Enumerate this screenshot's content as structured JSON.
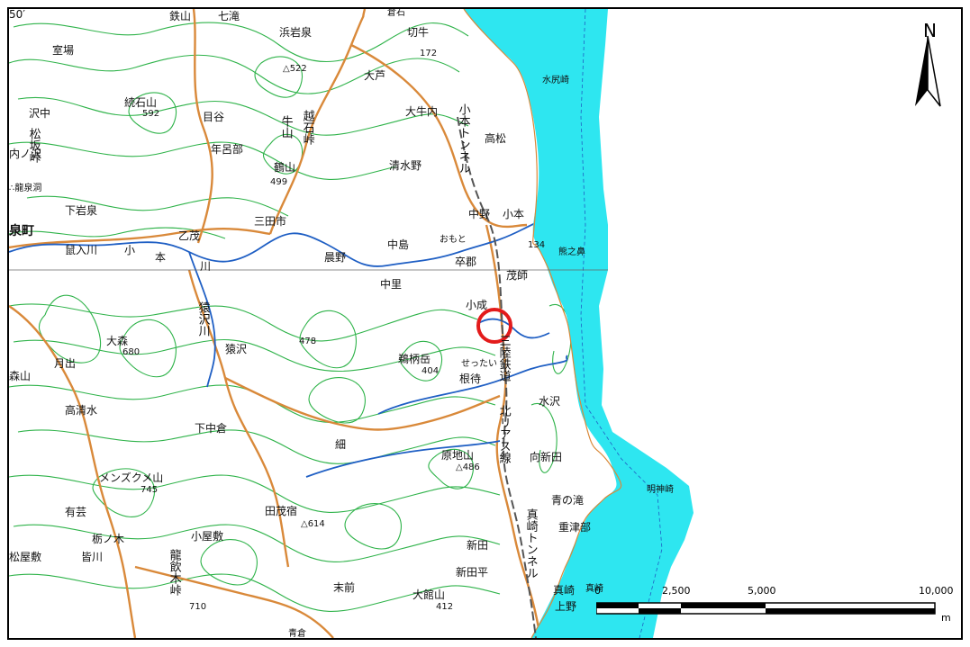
{
  "map": {
    "places": [
      {
        "id": "tessan",
        "text": "鉄山"
      },
      {
        "id": "shichitaki",
        "text": "七滝"
      },
      {
        "id": "hamaiwaizumi",
        "text": "浜岩泉"
      },
      {
        "id": "kirimaki",
        "text": "切牛"
      },
      {
        "id": "muroba",
        "text": "室場"
      },
      {
        "id": "h522",
        "text": "△522"
      },
      {
        "id": "h172",
        "text": "172"
      },
      {
        "id": "daiashi",
        "text": "大芦"
      },
      {
        "id": "mizujiri",
        "text": "水尻崎"
      },
      {
        "id": "zokuishiyama",
        "text": "続石山"
      },
      {
        "id": "h592",
        "text": "592"
      },
      {
        "id": "menago",
        "text": "目谷"
      },
      {
        "id": "ouushiuchi",
        "text": "大牛内"
      },
      {
        "id": "takamatsu",
        "text": "高松"
      },
      {
        "id": "sawanaka",
        "text": "沢中"
      },
      {
        "id": "uchinosawa",
        "text": "内ノ沢"
      },
      {
        "id": "nenoro",
        "text": "年呂部"
      },
      {
        "id": "kameyama",
        "text": "鶴山"
      },
      {
        "id": "h499",
        "text": "499"
      },
      {
        "id": "shimizuno",
        "text": "清水野"
      },
      {
        "id": "ryusendo",
        "text": "∴龍泉洞"
      },
      {
        "id": "shimoiwaizumi",
        "text": "下岩泉"
      },
      {
        "id": "town",
        "text": "泉町"
      },
      {
        "id": "mitaichi",
        "text": "三田市"
      },
      {
        "id": "nakano",
        "text": "中野"
      },
      {
        "id": "omoto",
        "text": "小本"
      },
      {
        "id": "h134",
        "text": "134"
      },
      {
        "id": "kumanohana",
        "text": "熊之鼻"
      },
      {
        "id": "otomo",
        "text": "乙茂"
      },
      {
        "id": "nakajima",
        "text": "中島"
      },
      {
        "id": "omotohira",
        "text": "おもと"
      },
      {
        "id": "nezumiirigawa",
        "text": "鼠入川"
      },
      {
        "id": "ko",
        "text": "小"
      },
      {
        "id": "moto",
        "text": "本"
      },
      {
        "id": "kawa1",
        "text": "川"
      },
      {
        "id": "akeno",
        "text": "晨野"
      },
      {
        "id": "sotsuroku",
        "text": "卒郡"
      },
      {
        "id": "moshi",
        "text": "茂師"
      },
      {
        "id": "degree",
        "text": "50′"
      },
      {
        "id": "nakasato",
        "text": "中里"
      },
      {
        "id": "konari",
        "text": "小成"
      },
      {
        "id": "omori",
        "text": "大森"
      },
      {
        "id": "h680",
        "text": "680"
      },
      {
        "id": "sarusawa",
        "text": "猿沢"
      },
      {
        "id": "h478",
        "text": "478"
      },
      {
        "id": "gatsude",
        "text": "月出"
      },
      {
        "id": "uhedake",
        "text": "鵜柄岳"
      },
      {
        "id": "h404",
        "text": "404"
      },
      {
        "id": "settai",
        "text": "せったい"
      },
      {
        "id": "nemachi",
        "text": "根待"
      },
      {
        "id": "mizusawa",
        "text": "水沢"
      },
      {
        "id": "takashimizu",
        "text": "高清水"
      },
      {
        "id": "shimonakakura",
        "text": "下中倉"
      },
      {
        "id": "hosogoe",
        "text": "細"
      },
      {
        "id": "haraji",
        "text": "原地山"
      },
      {
        "id": "h486",
        "text": "△486"
      },
      {
        "id": "mukaishinden",
        "text": "向新田"
      },
      {
        "id": "menzuku",
        "text": "メンズクメ山"
      },
      {
        "id": "h745",
        "text": "745"
      },
      {
        "id": "aonotaki",
        "text": "青の滝"
      },
      {
        "id": "myojinzaki",
        "text": "明神崎"
      },
      {
        "id": "uzae",
        "text": "有芸"
      },
      {
        "id": "tamoshuku",
        "text": "田茂宿"
      },
      {
        "id": "h614",
        "text": "△614"
      },
      {
        "id": "shigetsube",
        "text": "重津部"
      },
      {
        "id": "tochinoki",
        "text": "栃ノ木"
      },
      {
        "id": "koyashiki",
        "text": "小屋敷"
      },
      {
        "id": "shinden",
        "text": "新田"
      },
      {
        "id": "matsuyashiki",
        "text": "松屋敷"
      },
      {
        "id": "minagawa",
        "text": "皆川"
      },
      {
        "id": "shindendaira",
        "text": "新田平"
      },
      {
        "id": "masaki",
        "text": "真崎"
      },
      {
        "id": "kamino",
        "text": "上野"
      },
      {
        "id": "h710",
        "text": "710"
      },
      {
        "id": "suemae",
        "text": "末前"
      },
      {
        "id": "odateyama",
        "text": "大館山"
      },
      {
        "id": "h412",
        "text": "412"
      },
      {
        "id": "aokura",
        "text": "青倉"
      },
      {
        "id": "masaki2",
        "text": "真崎"
      },
      {
        "id": "kuraishi",
        "text": "倉石"
      },
      {
        "id": "morikawa",
        "text": "森山"
      }
    ],
    "vertical_labels": [
      {
        "id": "omoto-tunnel",
        "text": "小本トンネル"
      },
      {
        "id": "koishitoge",
        "text": "越石峠"
      },
      {
        "id": "gyuyama",
        "text": "牛山"
      },
      {
        "id": "matsubatoge",
        "text": "松坂峠"
      },
      {
        "id": "sanriku",
        "text": "三陸鉄道"
      },
      {
        "id": "kitarias",
        "text": "北リアス線"
      },
      {
        "id": "masaki-tunnel",
        "text": "真崎トンネル"
      },
      {
        "id": "ryuinotoge",
        "text": "龍飲木峠"
      },
      {
        "id": "saruzawagawa",
        "text": "猿沢川"
      }
    ],
    "north_letter": "N",
    "scale": {
      "unit": "m",
      "ticks": [
        "0",
        "2,500",
        "5,000",
        "10,000"
      ]
    },
    "colors": {
      "sea": "#2ee6f0",
      "contour": "#2fb34a",
      "road": "#d9893a",
      "river": "#1f5fc4",
      "marker": "#e31b1b",
      "rail": "#555555"
    }
  }
}
